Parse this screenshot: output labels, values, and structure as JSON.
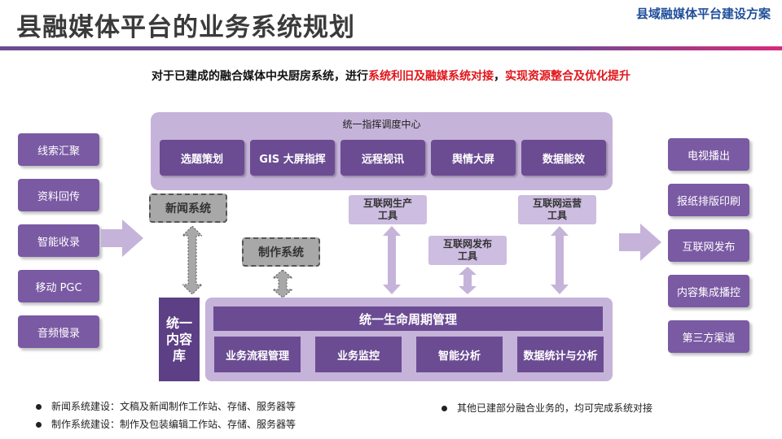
{
  "header": {
    "title": "县融媒体平台的业务系统规划",
    "brand": "县域融媒体平台建设方案"
  },
  "subtitle": {
    "part1": "对于已建成的融合媒体中央厨房系统，进行",
    "part2": "系统利旧及融媒系统对接",
    "part3": "，",
    "part4": "实现资源整合及优化提升"
  },
  "inputs": [
    "线索汇聚",
    "资料回传",
    "智能收录",
    "移动 PGC",
    "音频慢录"
  ],
  "outputs": [
    "电视播出",
    "报纸排版印刷",
    "互联网发布",
    "内容集成播控",
    "第三方渠道"
  ],
  "command_center": {
    "title": "统一指挥调度中心",
    "items": [
      "选题策划",
      "GIS 大屏指挥",
      "远程视讯",
      "舆情大屏",
      "数据能效"
    ]
  },
  "systems": {
    "news": "新闻系统",
    "production": "制作系统",
    "internet_production": "互联网生产\n工具",
    "internet_publish": "互联网发布\n工具",
    "internet_operation": "互联网运营\n工具"
  },
  "library": "统一\n内容\n库",
  "lifecycle": {
    "title": "统一生命周期管理",
    "items": [
      "业务流程管理",
      "业务监控",
      "智能分析",
      "数据统计与分析"
    ]
  },
  "notes": {
    "left": [
      "新闻系统建设：文稿及新闻制作工作站、存储、服务器等",
      "制作系统建设：制作及包装编辑工作站、存储、服务器等"
    ],
    "right": "其他已建部分融合业务的，均可完成系统对接"
  },
  "colors": {
    "primary": "#6b4c93",
    "light": "#c6b3d9",
    "highlight": "#e0161b",
    "brand": "#1f4e9a"
  }
}
